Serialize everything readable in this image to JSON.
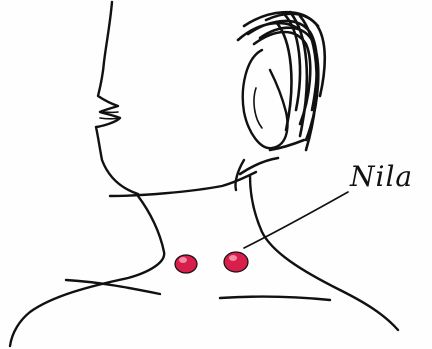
{
  "annotation": {
    "label": "Nila"
  },
  "colors": {
    "ink": "#111111",
    "point_fill": "#d81e4a",
    "point_highlight": "#f48aa4",
    "paper": "#fefefe"
  },
  "illustration": {
    "points": [
      {
        "name": "left-nila-point"
      },
      {
        "name": "right-nila-point"
      }
    ]
  }
}
